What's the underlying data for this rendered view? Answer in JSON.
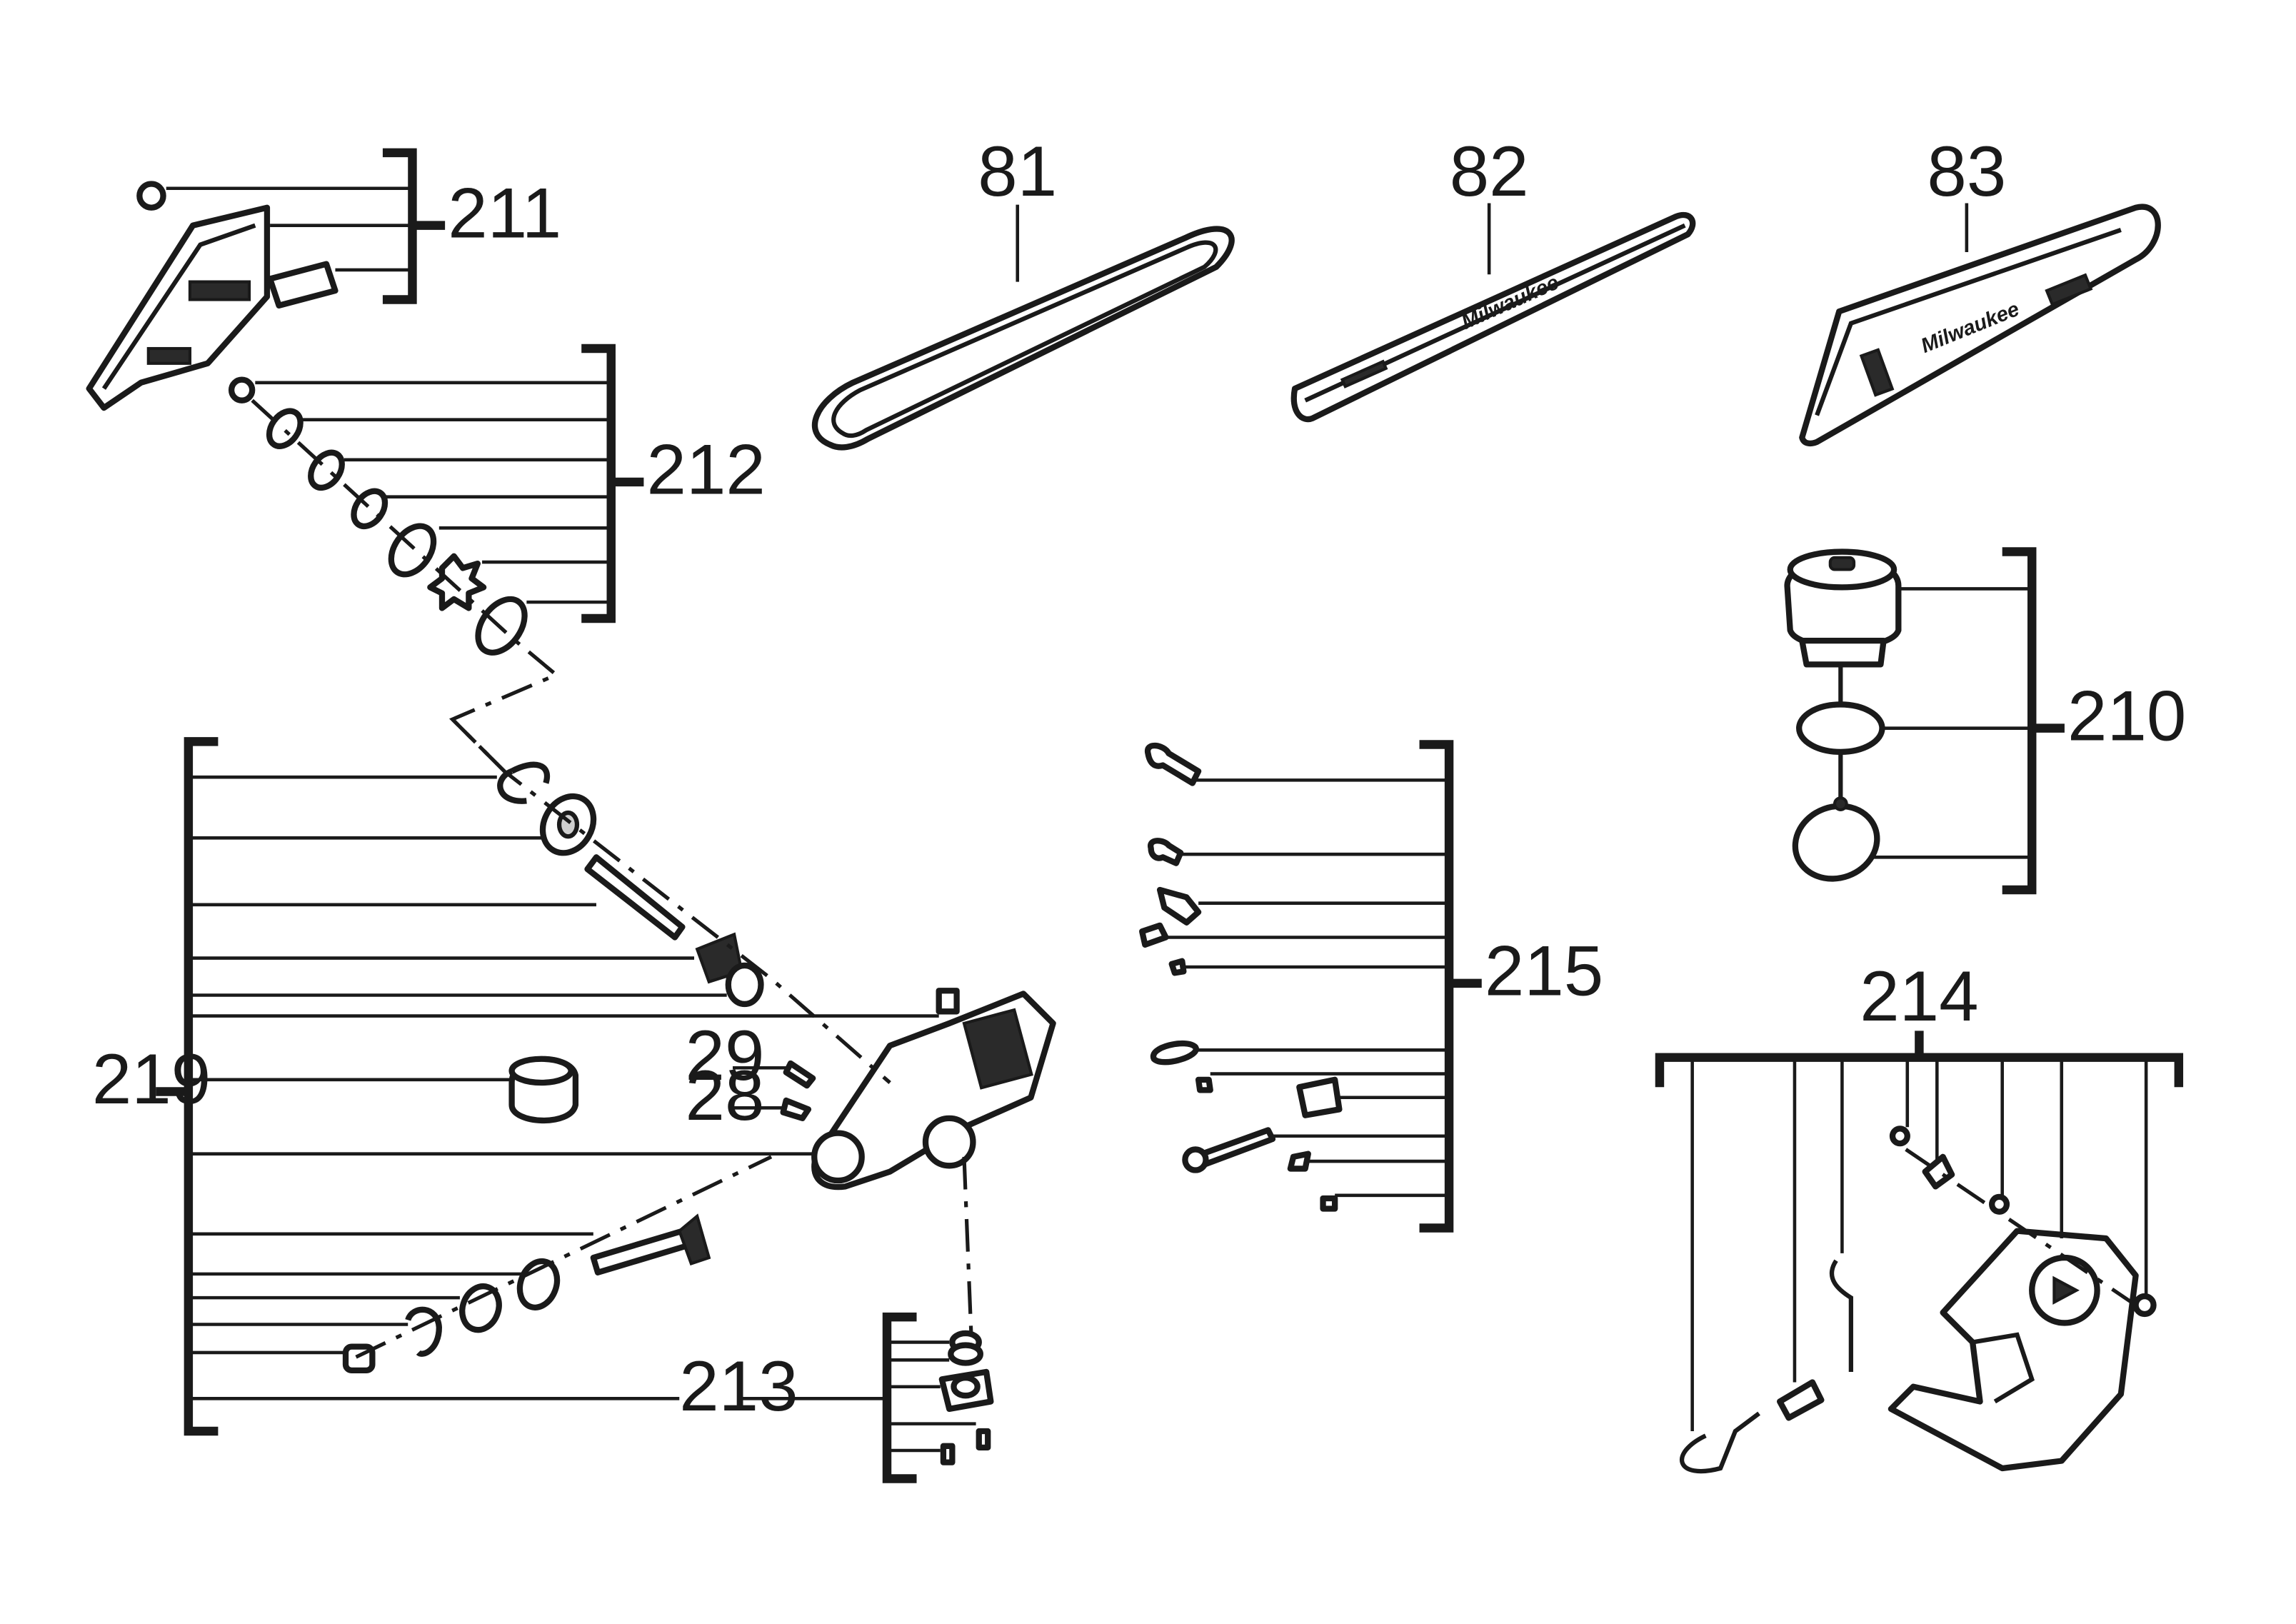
{
  "labels": {
    "p81": "81",
    "p82": "82",
    "p83": "83",
    "p211": "211",
    "p212": "212",
    "p210": "210",
    "p219": "219",
    "p29": "29",
    "p28": "28",
    "p215": "215",
    "p214": "214",
    "p213": "213"
  },
  "brand_marks": {
    "bar_logo": "Milwaukee",
    "cover_logo": "Milwaukee"
  }
}
